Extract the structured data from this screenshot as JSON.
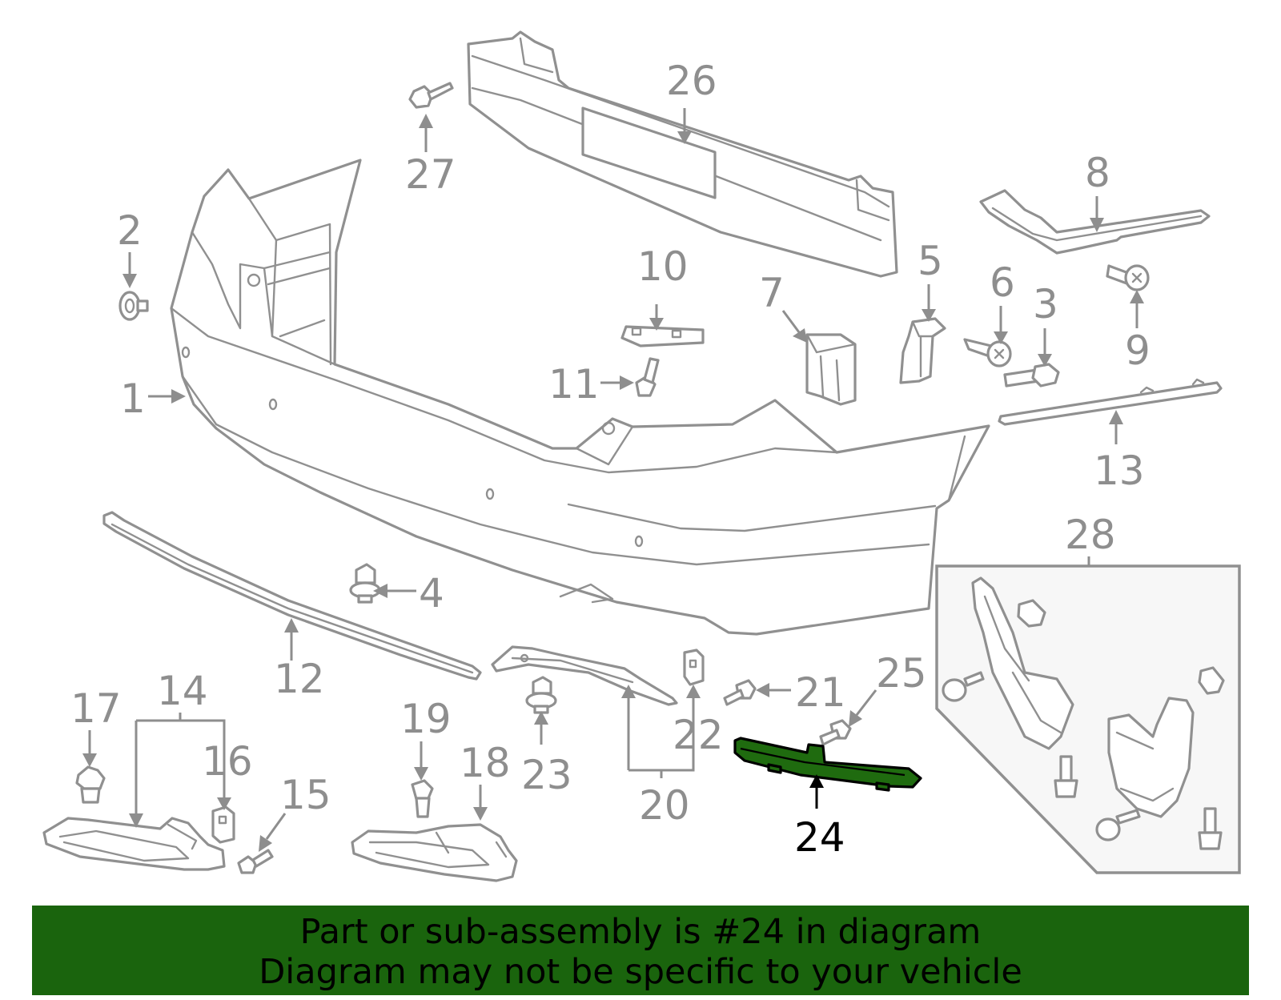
{
  "diagram": {
    "callouts": [
      {
        "id": "1",
        "label": "1"
      },
      {
        "id": "2",
        "label": "2"
      },
      {
        "id": "3",
        "label": "3"
      },
      {
        "id": "4",
        "label": "4"
      },
      {
        "id": "5",
        "label": "5"
      },
      {
        "id": "6",
        "label": "6"
      },
      {
        "id": "7",
        "label": "7"
      },
      {
        "id": "8",
        "label": "8"
      },
      {
        "id": "9",
        "label": "9"
      },
      {
        "id": "10",
        "label": "10"
      },
      {
        "id": "11",
        "label": "11"
      },
      {
        "id": "12",
        "label": "12"
      },
      {
        "id": "13",
        "label": "13"
      },
      {
        "id": "14",
        "label": "14"
      },
      {
        "id": "15",
        "label": "15"
      },
      {
        "id": "16",
        "label": "16"
      },
      {
        "id": "17",
        "label": "17"
      },
      {
        "id": "18",
        "label": "18"
      },
      {
        "id": "19",
        "label": "19"
      },
      {
        "id": "20",
        "label": "20"
      },
      {
        "id": "21",
        "label": "21"
      },
      {
        "id": "22",
        "label": "22"
      },
      {
        "id": "23",
        "label": "23"
      },
      {
        "id": "24",
        "label": "24"
      },
      {
        "id": "25",
        "label": "25"
      },
      {
        "id": "26",
        "label": "26"
      },
      {
        "id": "27",
        "label": "27"
      },
      {
        "id": "28",
        "label": "28"
      }
    ],
    "highlighted_part": "24",
    "highlight_color": "#1f6b0f"
  },
  "banner": {
    "line1": "Part or sub-assembly is #24 in diagram",
    "line2": "Diagram may not be specific to your vehicle",
    "background_color": "#1a640d"
  }
}
